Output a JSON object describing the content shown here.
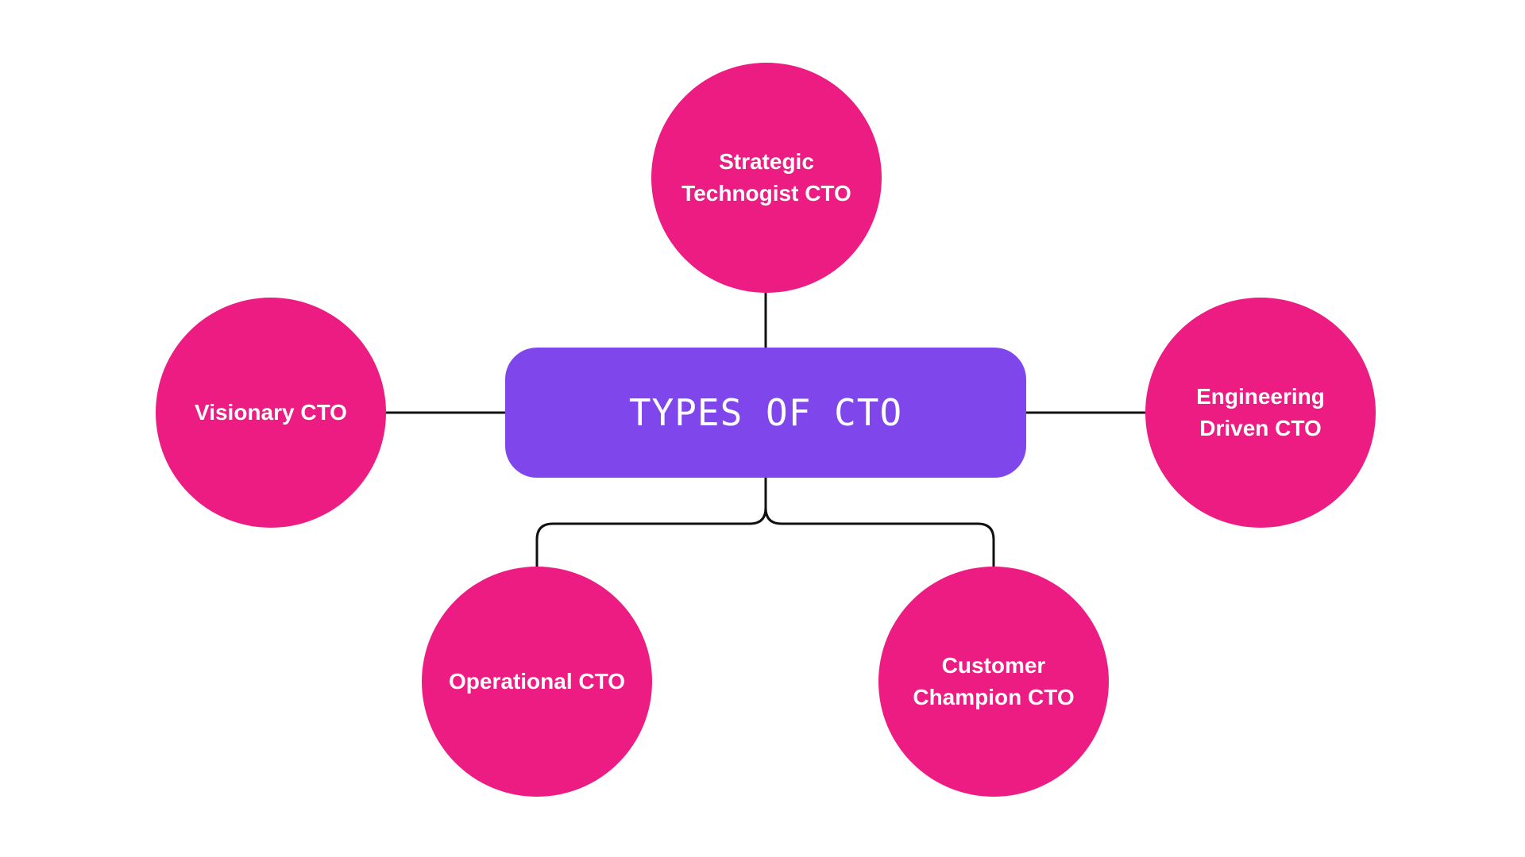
{
  "colors": {
    "background": "#ffffff",
    "center_box": "#7f46ec",
    "nodes": "#ec1c82",
    "connectors": "#111111",
    "text": "#ffffff"
  },
  "center": {
    "title": "TYPES OF CTO"
  },
  "nodes": {
    "strategic": {
      "label": "Strategic Technogist CTO"
    },
    "visionary": {
      "label": "Visionary CTO"
    },
    "engineering": {
      "label": "Engineering Driven CTO"
    },
    "operational": {
      "label": "Operational CTO"
    },
    "customer": {
      "label": "Customer Champion CTO"
    }
  },
  "edges": [
    {
      "from": "center",
      "to": "strategic"
    },
    {
      "from": "center",
      "to": "visionary"
    },
    {
      "from": "center",
      "to": "engineering"
    },
    {
      "from": "center",
      "to": "operational"
    },
    {
      "from": "center",
      "to": "customer"
    }
  ]
}
